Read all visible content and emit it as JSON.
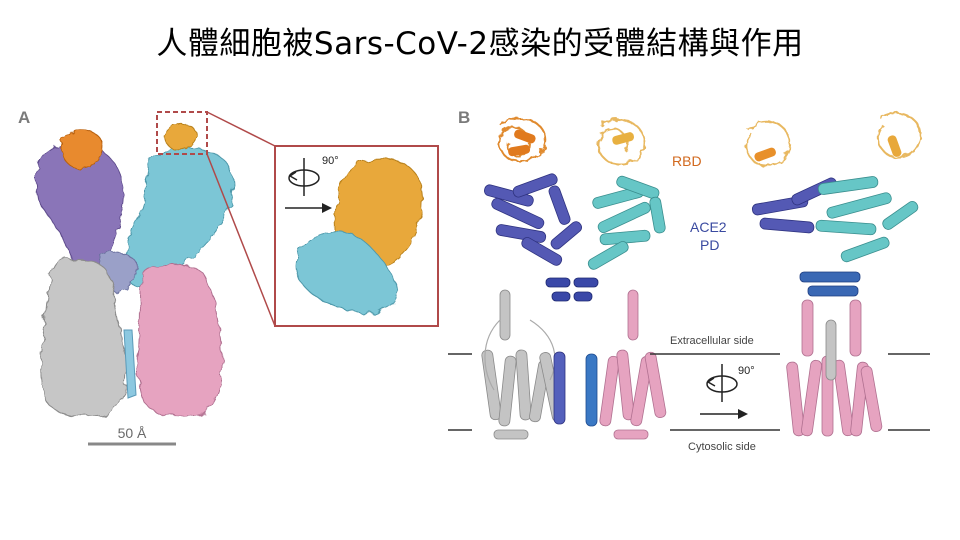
{
  "slide": {
    "title": "人體細胞被Sars-CoV-2感染的受體結構與作用"
  },
  "panel_a": {
    "label": "A",
    "scale_bar": "50 Å",
    "inset": {
      "rotation_label": "90°"
    }
  },
  "panel_b": {
    "label": "B",
    "rbd_label": "RBD",
    "ace2_label_line1": "ACE2",
    "ace2_label_line2": "PD",
    "extracellular_label": "Extracellular side",
    "cytosolic_label": "Cytosolic side",
    "rotation_label": "90°"
  },
  "colors": {
    "rbd_orange": "#e8a23a",
    "ace2_blue": "#4a4fa8",
    "cyan": "#6cc4c8",
    "pink": "#e6a3c0",
    "gray": "#b8b8b8",
    "purple": "#8a74b8",
    "inset_border": "#b04a4a",
    "rbd_text": "#d2691e",
    "ace2_text": "#3a4aa0"
  }
}
